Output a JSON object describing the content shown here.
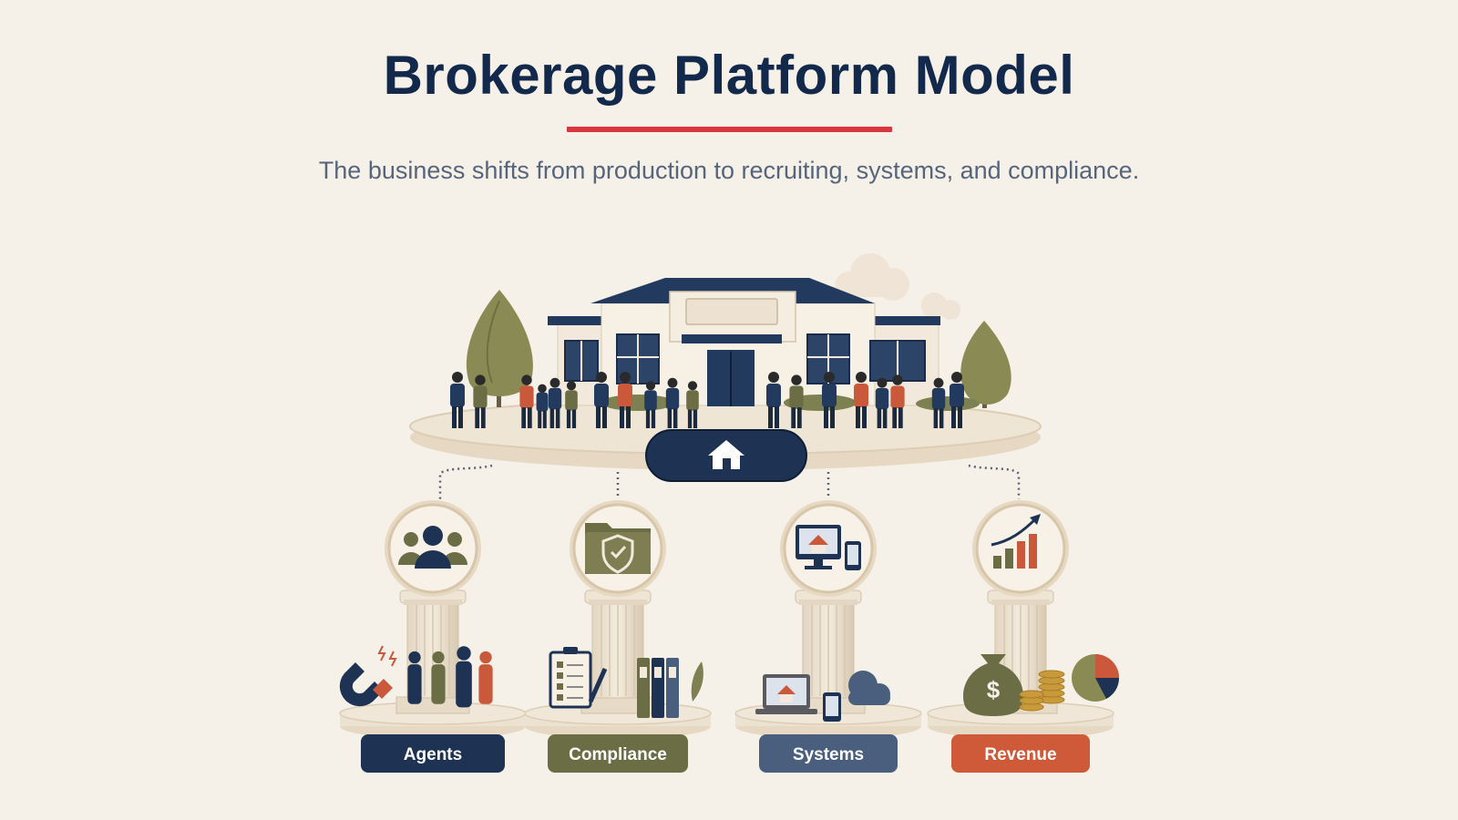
{
  "header": {
    "title": "Brokerage Platform Model",
    "subtitle": "The business shifts from production to recruiting, systems, and compliance."
  },
  "platform": {
    "hub_icon": "house-icon"
  },
  "pillars": [
    {
      "label": "Agents",
      "icon": "people-icon",
      "base_icon": "magnet-icon",
      "color": "#1e3253"
    },
    {
      "label": "Compliance",
      "icon": "shield-folder-icon",
      "base_icon": "checklist-icon",
      "color": "#6b6d45"
    },
    {
      "label": "Systems",
      "icon": "devices-icon",
      "base_icon": "laptop-cloud-icon",
      "color": "#4a5f7e"
    },
    {
      "label": "Revenue",
      "icon": "growth-chart-icon",
      "base_icon": "money-bag-icon",
      "color": "#cf5a3a"
    }
  ],
  "colors": {
    "navy": "#1e3253",
    "accent_red": "#d8363c",
    "olive": "#6b6d45",
    "slate": "#4a5f7e",
    "rust": "#cf5a3a",
    "background": "#f5f0e8"
  }
}
